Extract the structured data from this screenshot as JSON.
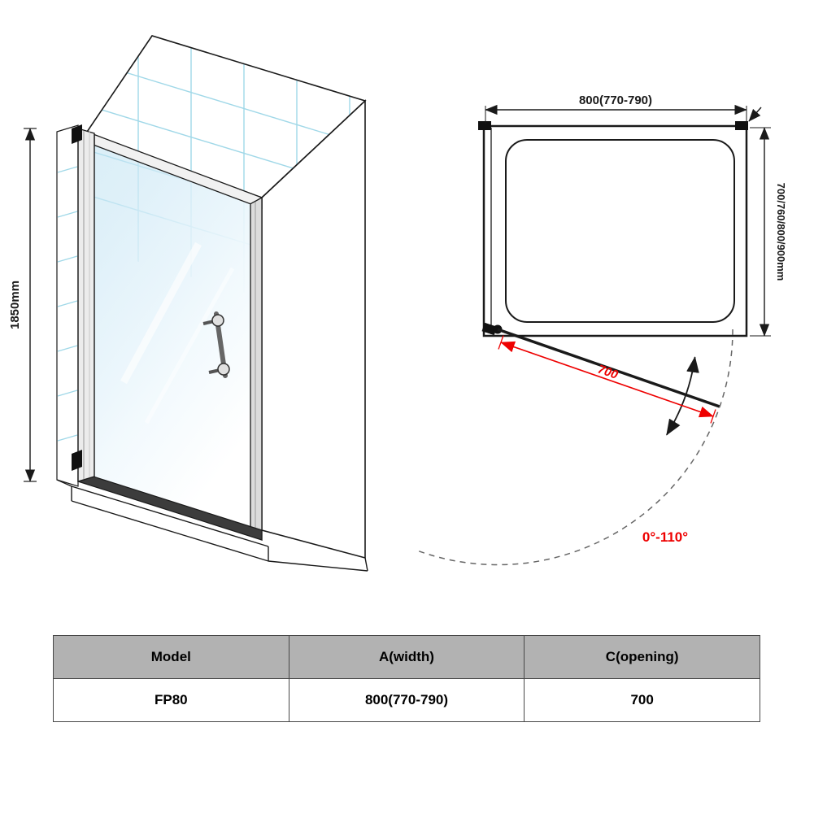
{
  "side_view": {
    "height_dim": "1850mm"
  },
  "top_view": {
    "width_dim": "800(770-790)",
    "depth_dim": "700/760/800/900mm",
    "opening_dim": "700",
    "swing_angle": "0°-110°"
  },
  "table": {
    "headers": [
      "Model",
      "A(width)",
      "C(opening)"
    ],
    "row": [
      "FP80",
      "800(770-790)",
      "700"
    ]
  },
  "colors": {
    "accent_red": "#ee0000",
    "tile_blue": "#a0d8e8",
    "line_dark": "#1a1a1a",
    "table_header_bg": "#b2b2b2",
    "glass_blue": "#cfe9f5"
  }
}
